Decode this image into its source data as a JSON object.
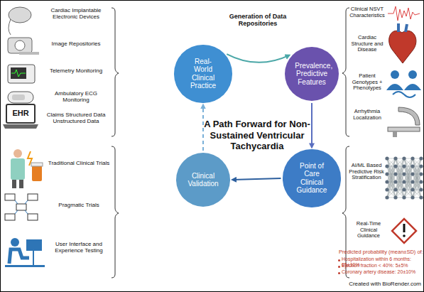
{
  "diagram": {
    "title": "A Path Forward for Non-Sustained Ventricular Tachycardia",
    "nodes": [
      {
        "text": [
          "Real-World Clinical Practice"
        ]
      },
      {
        "text": [
          "Prevalence, Predictive Features"
        ]
      },
      {
        "text": [
          "Point of Care Clinical Guidance"
        ]
      },
      {
        "text": [
          "Clinical Validation"
        ]
      }
    ],
    "edges": [
      {
        "from": 0,
        "to": 1,
        "label": "Generation of Data Repositories",
        "arrow": "to"
      },
      {
        "from": 1,
        "to": 2,
        "arrow": "to"
      },
      {
        "from": 2,
        "to": 3,
        "arrow": "to"
      },
      {
        "from": 3,
        "to": 0,
        "arrow": "to"
      }
    ],
    "labels": [
      "Cardiac Implantable Electronic Devices",
      "Image Repositories",
      "Telemetry Monitoring",
      "Ambulatory ECG Monitoring",
      "EHR",
      "Claims Structured Data Unstructured Data",
      "Clinical NSVT Characteristics",
      "Cardiac Structure and Disease",
      "Patient Genotypes + Phenotypes",
      "Arrhythmia Localization",
      "AI/ML Based Predictive Risk Stratification",
      "Real-Time Clinical Guidance",
      "Predicted probability (mean±SD) of:",
      "Hospitalization within 6 months: 65±10%",
      "Ejection fraction < 40%: 5±5%",
      "Coronary artery disease: 20±10%",
      "Traditional Clinical Trials",
      "Pragmatic Trials",
      "User Interface and Experience Testing",
      "Created with BioRender.com"
    ]
  }
}
